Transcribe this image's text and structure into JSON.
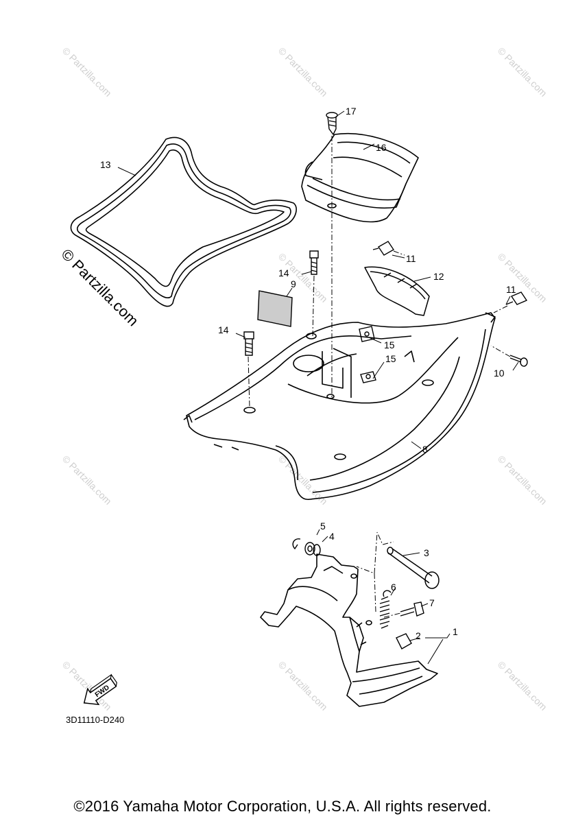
{
  "diagram": {
    "callouts": [
      {
        "id": "1",
        "label": "1"
      },
      {
        "id": "2",
        "label": "2"
      },
      {
        "id": "3",
        "label": "3"
      },
      {
        "id": "4",
        "label": "4"
      },
      {
        "id": "5",
        "label": "5"
      },
      {
        "id": "6",
        "label": "6"
      },
      {
        "id": "7",
        "label": "7"
      },
      {
        "id": "8",
        "label": "8"
      },
      {
        "id": "9",
        "label": "9"
      },
      {
        "id": "10",
        "label": "10"
      },
      {
        "id": "11a",
        "label": "11"
      },
      {
        "id": "11b",
        "label": "11"
      },
      {
        "id": "12",
        "label": "12"
      },
      {
        "id": "13",
        "label": "13"
      },
      {
        "id": "14a",
        "label": "14"
      },
      {
        "id": "14b",
        "label": "14"
      },
      {
        "id": "15a",
        "label": "15"
      },
      {
        "id": "15b",
        "label": "15"
      },
      {
        "id": "16",
        "label": "16"
      },
      {
        "id": "17",
        "label": "17"
      }
    ],
    "fwd_label": "FWD",
    "diagram_code": "3D11110-D240",
    "watermark_main": "© Partzilla.com",
    "watermark_small": "© Partzilla.com"
  },
  "footer": {
    "copyright": "©2016  Yamaha Motor Corporation, U.S.A. All rights reserved."
  }
}
